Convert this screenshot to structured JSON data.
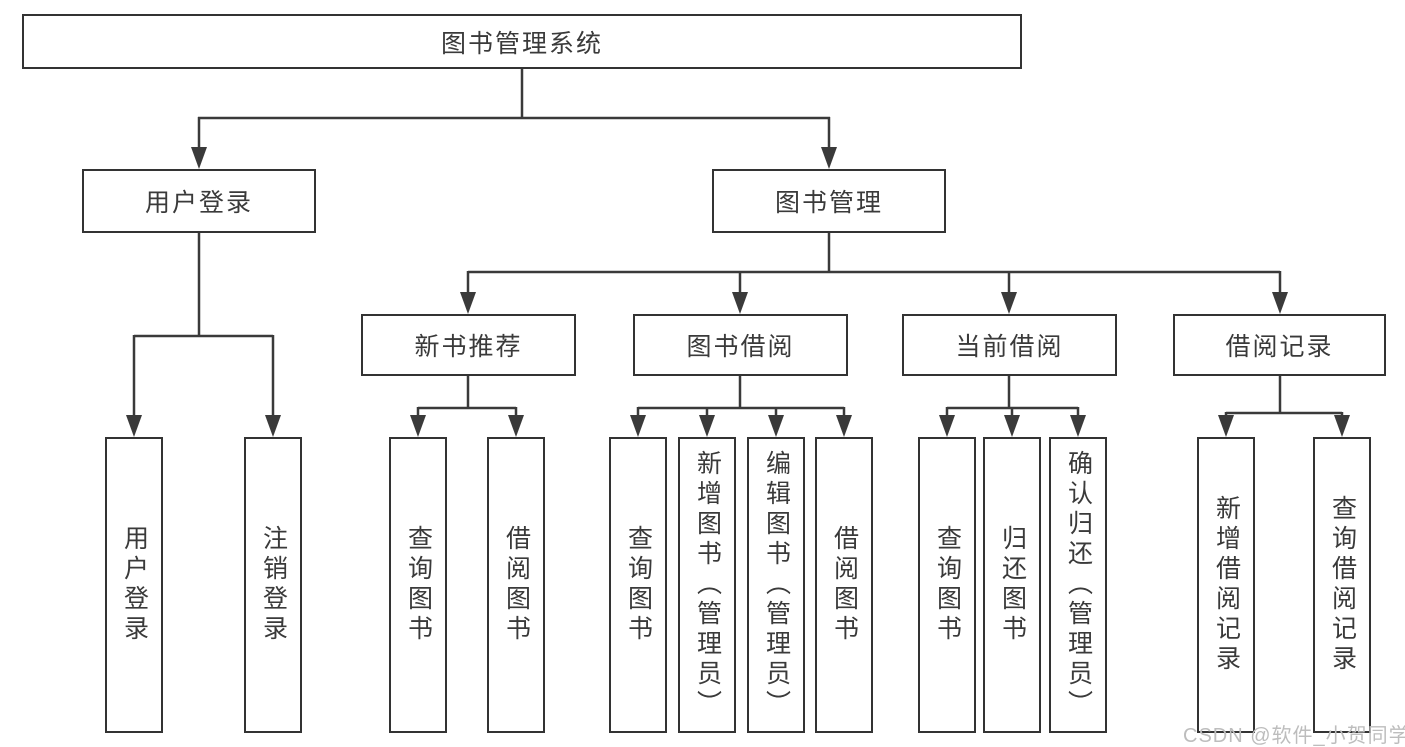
{
  "diagram": {
    "root_label": "图书管理系统",
    "branches": [
      {
        "label": "用户登录",
        "children": [
          "用户登录",
          "注销登录"
        ]
      },
      {
        "label": "图书管理",
        "groups": [
          {
            "label": "新书推荐",
            "children": [
              "查询图书",
              "借阅图书"
            ]
          },
          {
            "label": "图书借阅",
            "children": [
              "查询图书",
              "新增图书（管理员）",
              "编辑图书（管理员）",
              "借阅图书"
            ]
          },
          {
            "label": "当前借阅",
            "children": [
              "查询图书",
              "归还图书",
              "确认归还（管理员）"
            ]
          },
          {
            "label": "借阅记录",
            "children": [
              "新增借阅记录",
              "查询借阅记录"
            ]
          }
        ]
      }
    ]
  },
  "watermark": "CSDN @软件_小贺同学",
  "colors": {
    "line": "#3a3a3a",
    "box_border": "#333333",
    "text": "#3a3a3a",
    "watermark": "#bdbdbd",
    "background": "#ffffff"
  }
}
